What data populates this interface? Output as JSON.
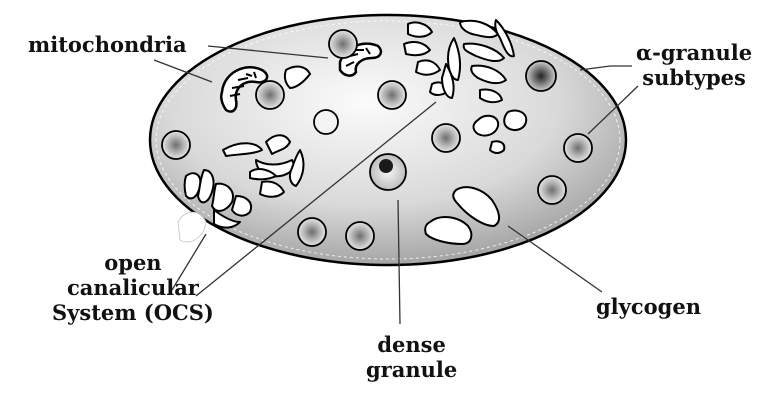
{
  "labels": {
    "mitochondria": "mitochondria",
    "alpha_granule": [
      "α-granule",
      "subtypes"
    ],
    "open_canalicular": [
      "open",
      "canalicular",
      "System (OCS)"
    ],
    "dense_granule": [
      "dense",
      "granule"
    ],
    "glycogen": "glycogen"
  },
  "colors": {
    "outline": "#000000",
    "cell_fill_light": "#f2f2f2",
    "cell_fill_dark": "#9a9a9a",
    "granule_fill": "#8c8c8c",
    "dense_core": "#1a1a1a",
    "leader_line": "#333333"
  }
}
